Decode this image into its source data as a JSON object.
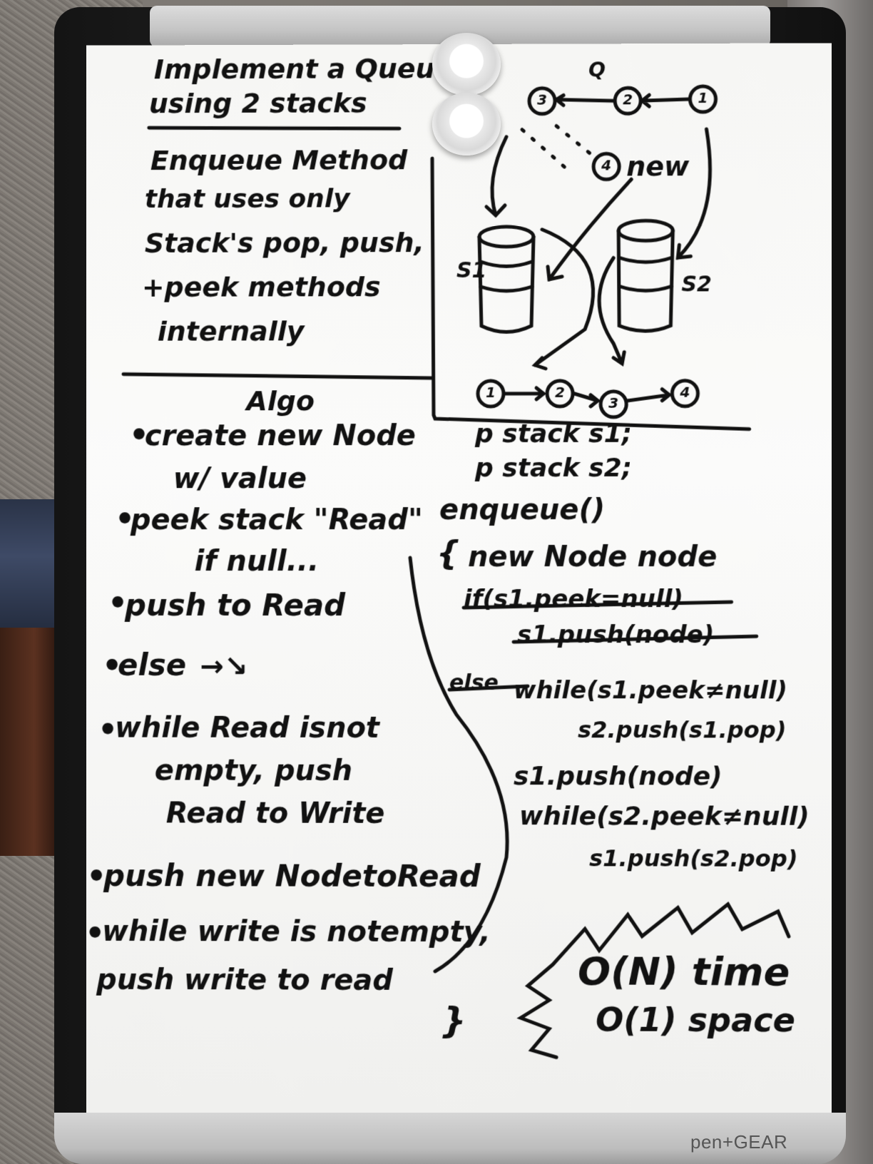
{
  "title": [
    "Implement a Queue",
    "using 2 stacks"
  ],
  "enqueue_description": [
    "Enqueue Method",
    "that uses only",
    "Stack's pop, push,",
    "+peek methods",
    "internally"
  ],
  "diagram": {
    "queue_label": "Q",
    "queue_nodes": [
      "3",
      "2",
      "1"
    ],
    "new_node": "4",
    "new_label": "new",
    "stack_left_label": "S1",
    "stack_right_label": "S2",
    "result_nodes": [
      "1",
      "2",
      "3",
      "4"
    ]
  },
  "algo": {
    "heading": "Algo",
    "lines": [
      "create new Node",
      "w/ value",
      "peek stack \"Read\"",
      "if null...",
      "push to Read",
      "else",
      "while Read isnot",
      "empty, push",
      "Read to Write",
      "push new NodetoRead",
      "while write is notempty,",
      "push write to read"
    ]
  },
  "code": {
    "lines": [
      "p stack s1;",
      "p stack s2;",
      "enqueue()",
      "{",
      "new Node node",
      "if(s1.peek=null)",
      "s1.push(node)",
      "else",
      "while(s1.peek≠null)",
      "s2.push(s1.pop)",
      "s1.push(node)",
      "while(s2.peek≠null)",
      "s1.push(s2.pop)",
      "}"
    ]
  },
  "complexity": {
    "time": "O(N) time",
    "space": "O(1) space"
  },
  "brand": "pen+GEAR",
  "colors": {
    "ink": "#111111",
    "board": "#f7f7f5",
    "frame": "#1b1b1b"
  }
}
